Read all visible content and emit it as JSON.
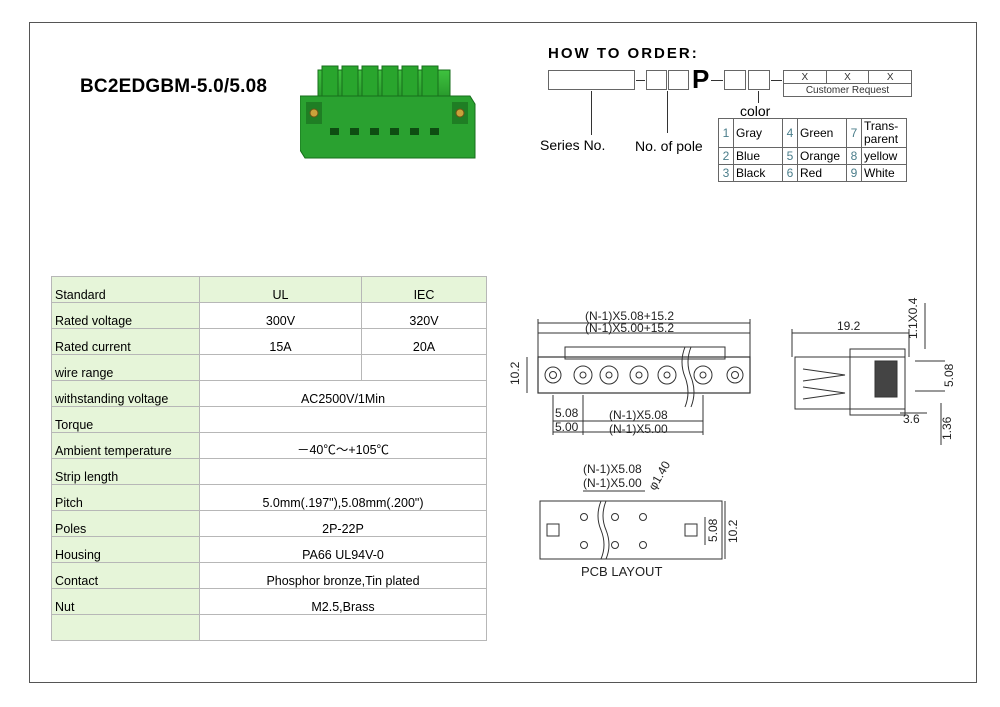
{
  "title": "BC2EDGBM-5.0/5.08",
  "order": {
    "heading": "HOW TO ORDER:",
    "p_letter": "P",
    "color_label": "color",
    "series_label": "Series No.",
    "poles_label": "No. of pole",
    "customer_x": [
      "X",
      "X",
      "X"
    ],
    "customer_request": "Customer Request",
    "colors": [
      {
        "n1": "1",
        "c1": "Gray",
        "n2": "4",
        "c2": "Green",
        "n3": "7",
        "c3a": "Trans-",
        "c3b": "parent"
      },
      {
        "n1": "2",
        "c1": "Blue",
        "n2": "5",
        "c2": "Orange",
        "n3": "8",
        "c3": "yellow"
      },
      {
        "n1": "3",
        "c1": "Black",
        "n2": "6",
        "c2": "Red",
        "n3": "9",
        "c3": "White"
      }
    ]
  },
  "specs": {
    "rows": [
      {
        "key": "Standard",
        "ul": "UL",
        "iec": "IEC"
      },
      {
        "key": "Rated voltage",
        "ul": "300V",
        "iec": "320V"
      },
      {
        "key": "Rated current",
        "ul": "15A",
        "iec": "20A"
      },
      {
        "key": "wire range",
        "ul": "",
        "iec": ""
      },
      {
        "key": "withstanding voltage",
        "value": "AC2500V/1Min"
      },
      {
        "key": "Torque",
        "value": ""
      },
      {
        "key": "Ambient temperature",
        "value": "－40℃～+105℃"
      },
      {
        "key": "Strip length",
        "value": ""
      },
      {
        "key": "Pitch",
        "value": "5.0mm(.197\"),5.08mm(.200\")"
      },
      {
        "key": "Poles",
        "value": "2P-22P"
      },
      {
        "key": "Housing",
        "value": "PA66 UL94V-0"
      },
      {
        "key": "Contact",
        "value": "Phosphor bronze,Tin plated"
      },
      {
        "key": "Nut",
        "value": "M2.5,Brass"
      },
      {
        "key": "",
        "value": ""
      }
    ]
  },
  "drawing": {
    "front_dim_top1": "(N-1)X5.08+15.2",
    "front_dim_top2": "(N-1)X5.00+15.2",
    "front_height": "10.2",
    "front_bot_left1": "5.08",
    "front_bot_left2": "5.00",
    "front_bot_mid1": "(N-1)X5.08",
    "front_bot_mid2": "(N-1)X5.00",
    "side_width": "19.2",
    "side_top": "1.1X0.4",
    "side_508": "5.08",
    "side_36": "3.6",
    "side_136": "1.36",
    "pcb_dim1": "(N-1)X5.08",
    "pcb_dim2": "(N-1)X5.00",
    "pcb_hole": "φ1.40",
    "pcb_508": "5.08",
    "pcb_102": "10.2",
    "pcb_label": "PCB  LAYOUT"
  }
}
